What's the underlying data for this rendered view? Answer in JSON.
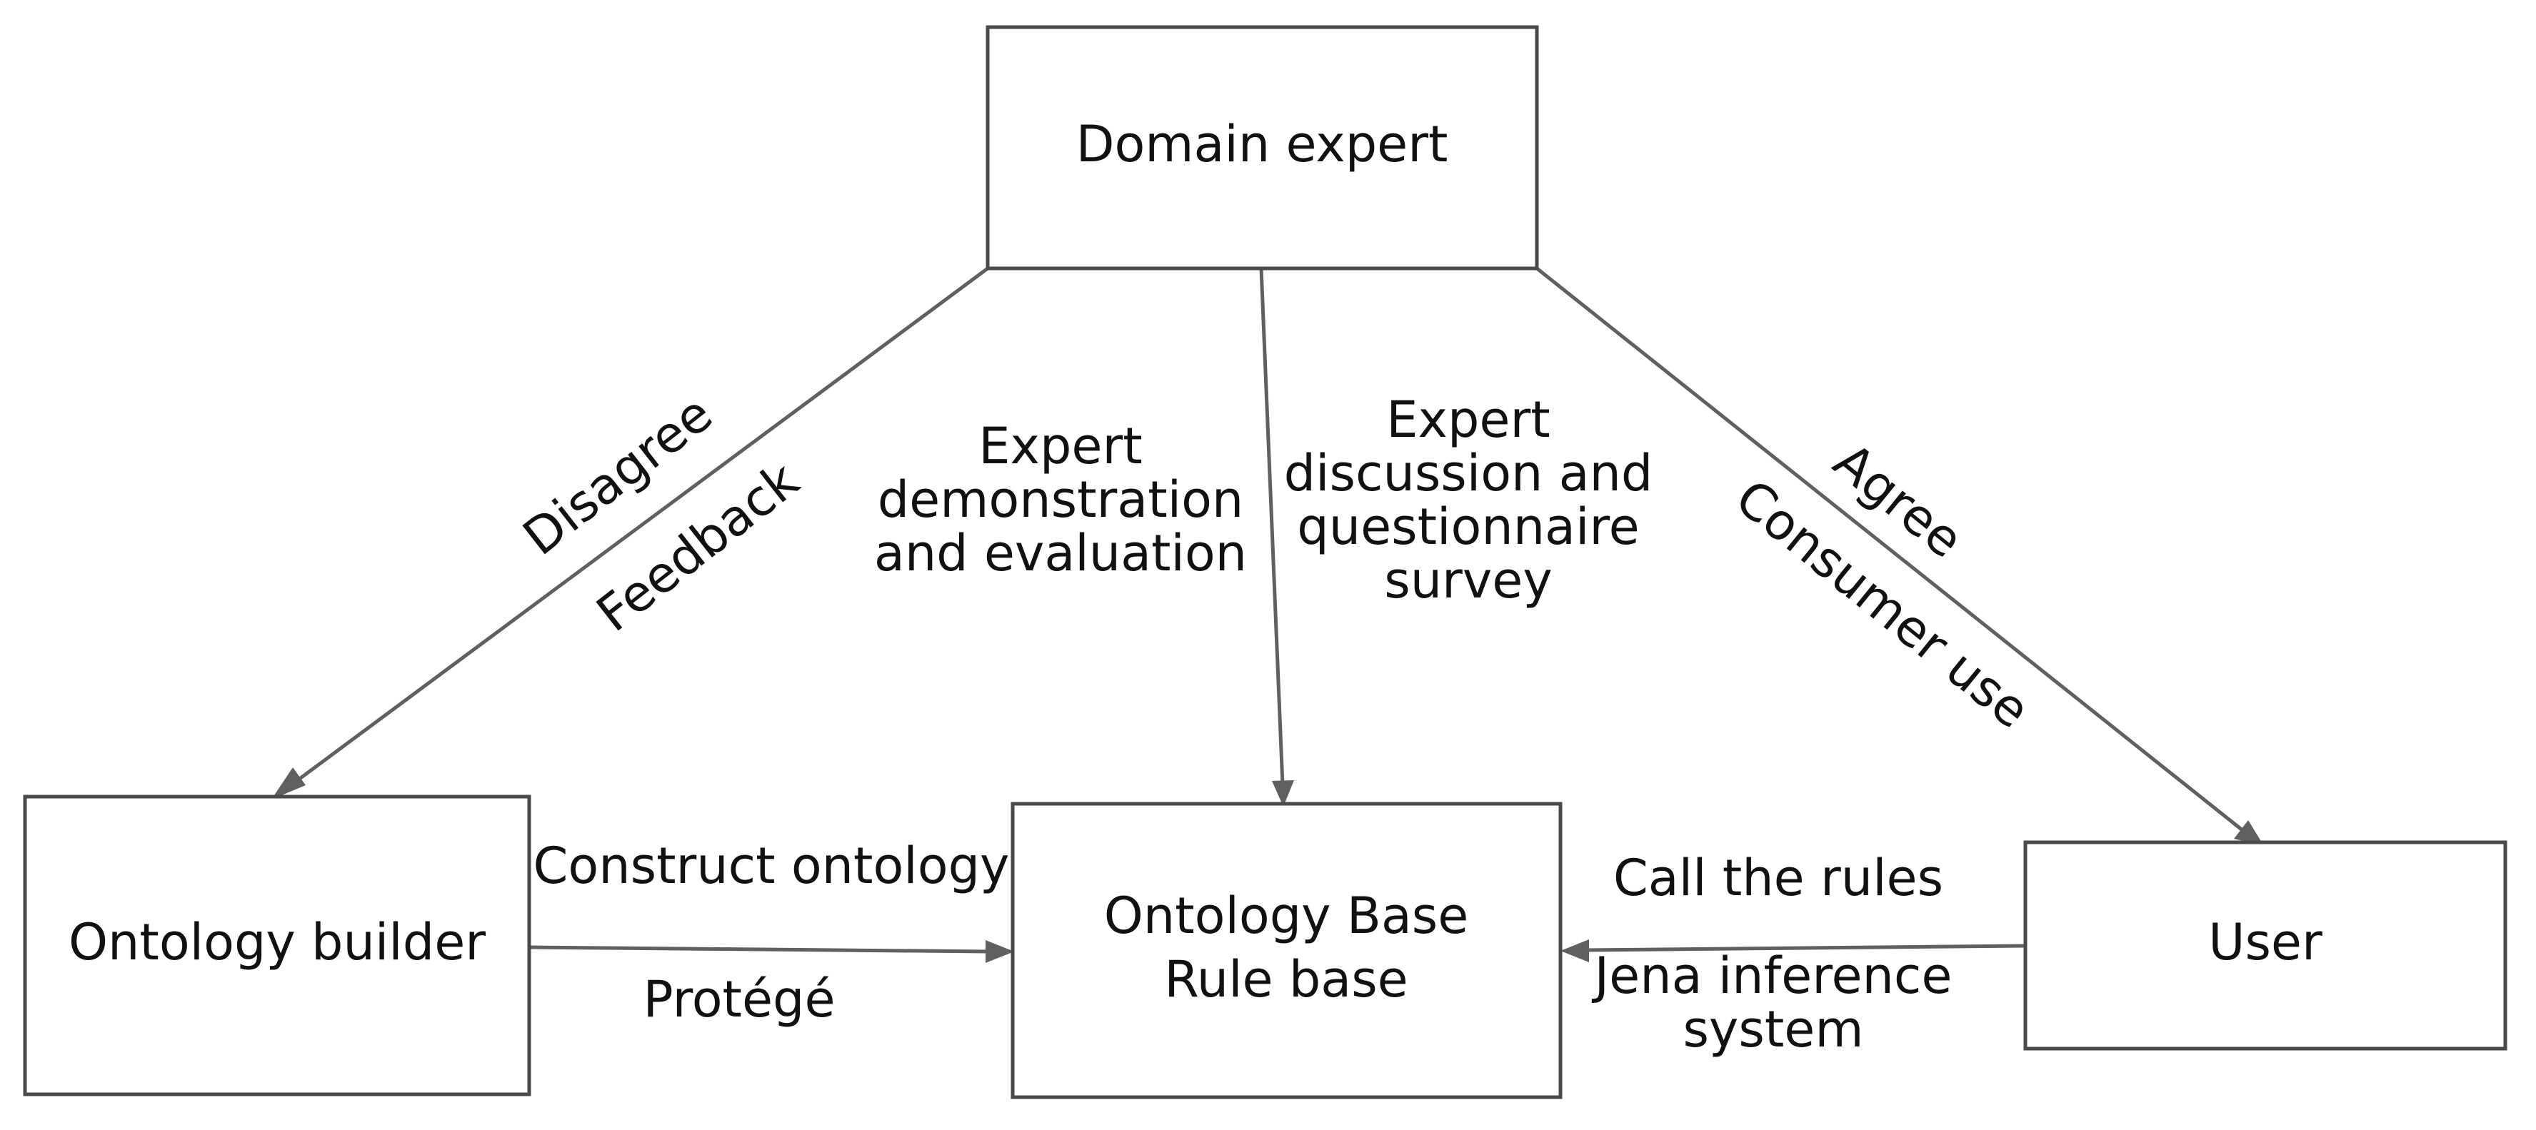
{
  "nodes": {
    "domain_expert": "Domain expert",
    "ontology_builder": "Ontology builder",
    "ontology_base_line1": "Ontology Base",
    "ontology_base_line2": "Rule base",
    "user": "User"
  },
  "edges": {
    "disagree": "Disagree",
    "feedback": "Feedback",
    "expert_demo_line1": "Expert",
    "expert_demo_line2": "demonstration",
    "expert_demo_line3": "and evaluation",
    "expert_disc_line1": "Expert",
    "expert_disc_line2": "discussion and",
    "expert_disc_line3": "questionnaire",
    "expert_disc_line4": "survey",
    "agree": "Agree",
    "consumer_use": "Consumer use",
    "construct_ontology": "Construct ontology",
    "protege": "Protégé",
    "call_rules": "Call the rules",
    "jena_line1": "Jena inference",
    "jena_line2": "system"
  }
}
